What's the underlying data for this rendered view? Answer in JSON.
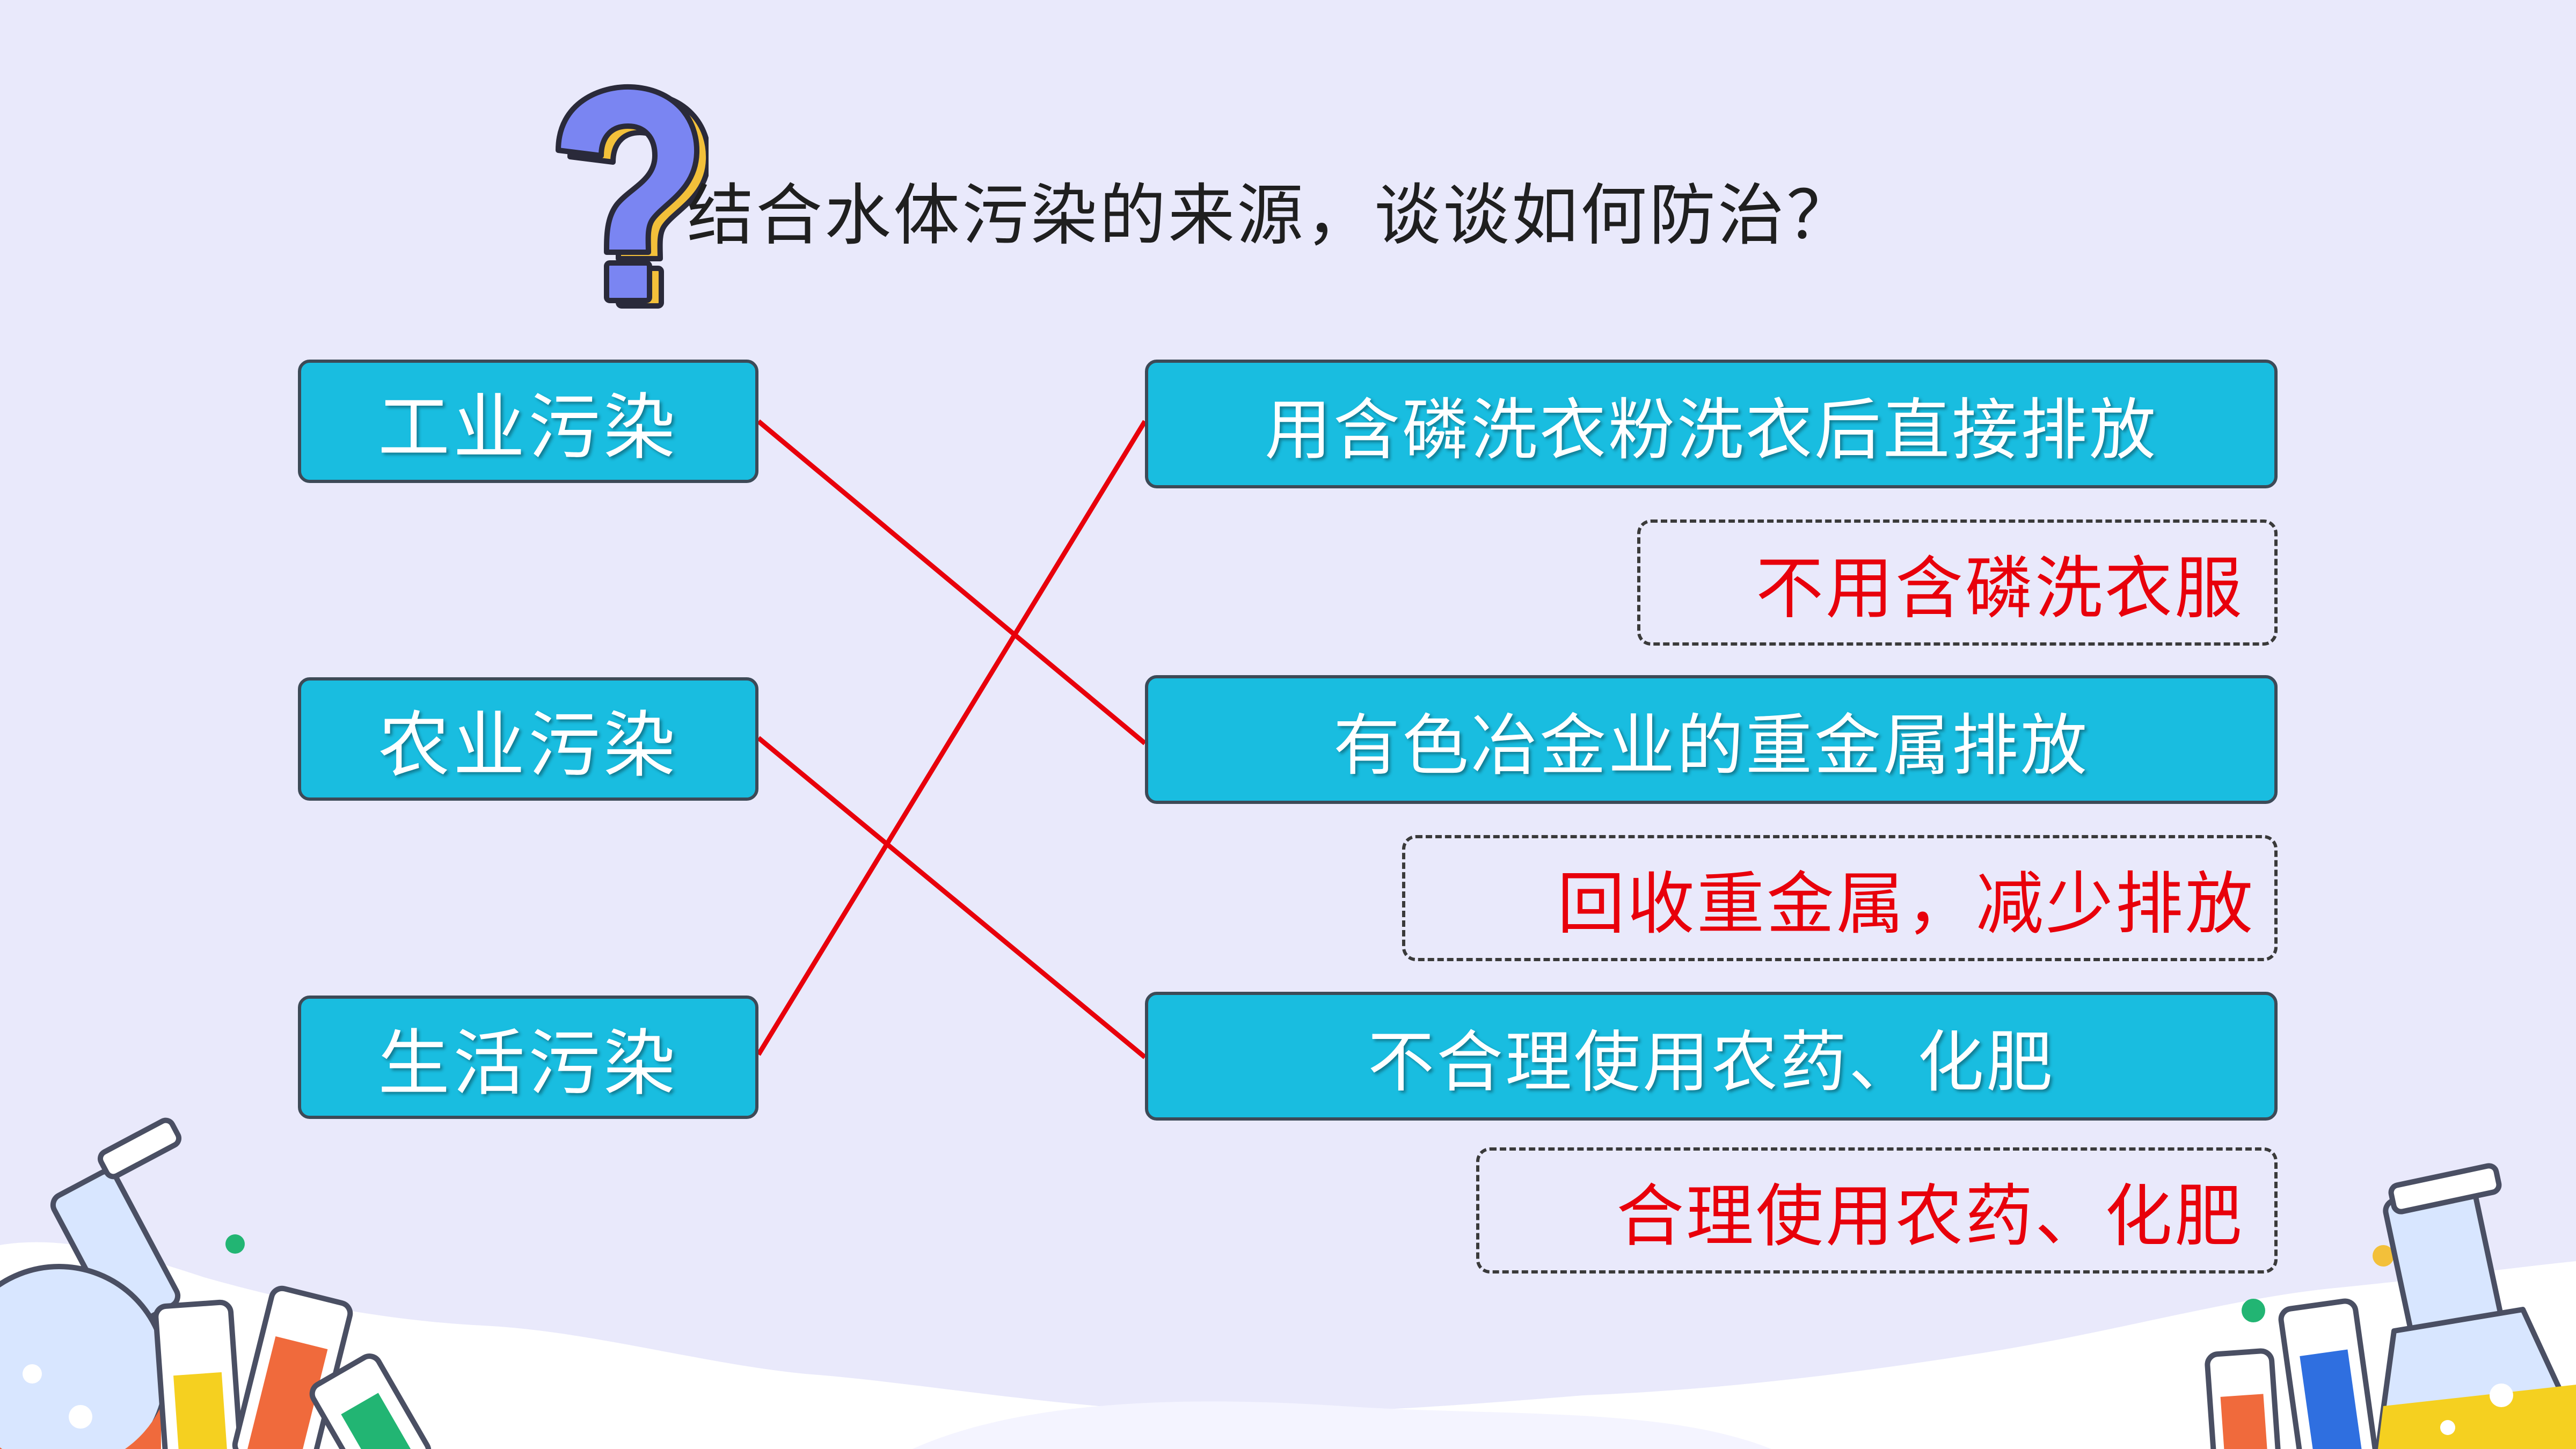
{
  "title": "结合水体污染的来源，谈谈如何防治？",
  "sources": [
    {
      "label": "工业污染"
    },
    {
      "label": "农业污染"
    },
    {
      "label": "生活污染"
    }
  ],
  "causes": [
    {
      "label": "用含磷洗衣粉洗衣后直接排放",
      "answer": "不用含磷洗衣服"
    },
    {
      "label": "有色冶金业的重金属排放",
      "answer": "回收重金属，减少排放"
    },
    {
      "label": "不合理使用农药、化肥",
      "answer": "合理使用农药、化肥"
    }
  ],
  "colors": {
    "box_fill": "#19bde0",
    "box_border": "#3d4a57",
    "answer_text": "#e8000b",
    "connector": "#e8000b",
    "background": "#e9e9fb",
    "question_mark": "#7a85f2",
    "question_mark_shadow": "#f3c03a"
  },
  "icons": [
    "question-mark-icon",
    "flask-illustration",
    "test-tube-illustration",
    "snow-ground-illustration"
  ]
}
